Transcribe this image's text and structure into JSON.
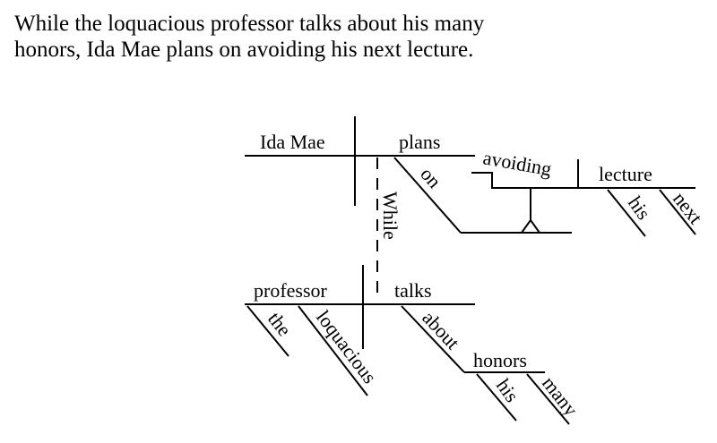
{
  "sentence": {
    "line1": "While the loquacious professor talks about his many",
    "line2": "honors, Ida Mae plans on avoiding his next lecture."
  },
  "diagram": {
    "main_subject": "Ida Mae",
    "main_verb": "plans",
    "preposition_on": "on",
    "gerund": "avoiding",
    "gerund_object": "lecture",
    "modifier_his_lecture": "his",
    "modifier_next": "next",
    "subordinating_conjunction": "While",
    "clause_subject": "professor",
    "clause_verb": "talks",
    "article_the": "the",
    "adjective_loquacious": "loquacious",
    "preposition_about": "about",
    "prep_object": "honors",
    "modifier_his_honors": "his",
    "modifier_many": "many"
  }
}
